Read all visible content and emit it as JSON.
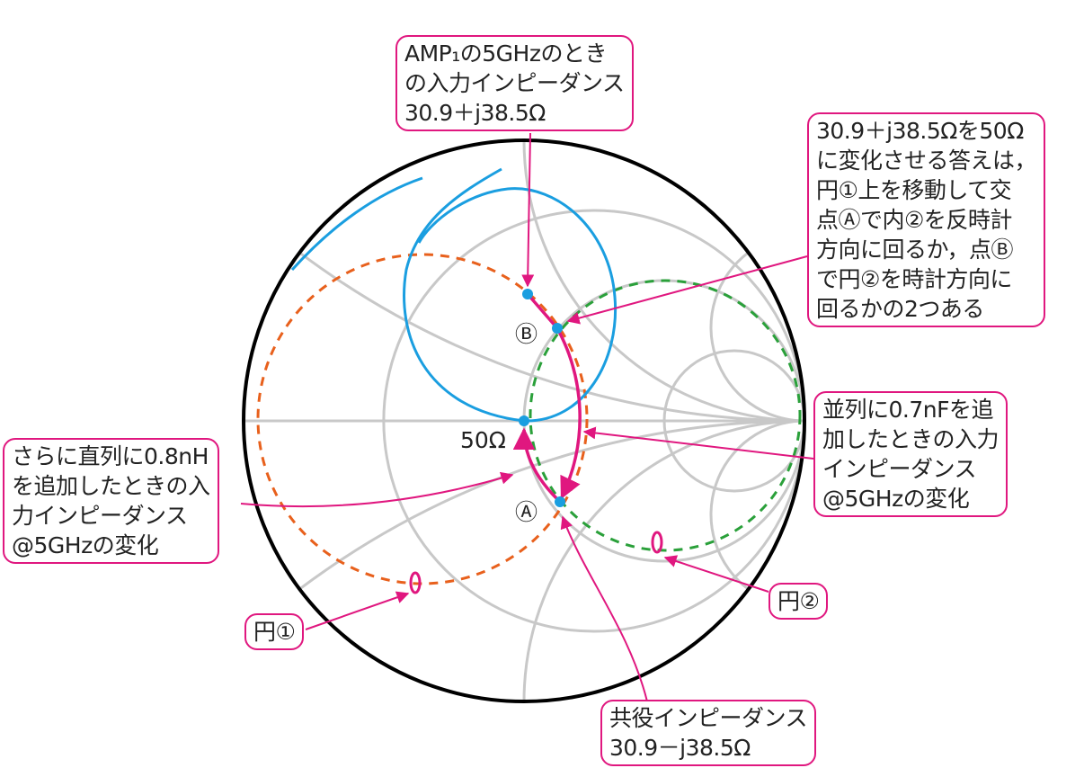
{
  "colors": {
    "accent": "#e0177f",
    "grid": "#c8c8c8",
    "blue": "#1a9ee0",
    "orange": "#e8601c",
    "green": "#2aa03a",
    "outline": "#000000"
  },
  "smith_grid": {
    "resistance": [
      0.333,
      1,
      3
    ],
    "reactance": [
      0.333,
      1,
      3
    ]
  },
  "callouts": {
    "amp_input": {
      "lines": [
        "AMP₁の5GHzのとき",
        "の入力インピーダンス",
        "30.9＋j38.5Ω"
      ]
    },
    "answer": {
      "lines": [
        "30.9＋j38.5Ωを50Ω",
        "に変化させる答えは，",
        "円①上を移動して交",
        "点Ⓐで内②を反時計",
        "方向に回るか，点Ⓑ",
        "で円②を時計方向に",
        "回るかの2つある"
      ]
    },
    "parallel": {
      "lines": [
        "並列に0.7nFを追",
        "加したときの入力",
        "インピーダンス",
        "@5GHzの変化"
      ]
    },
    "series": {
      "lines": [
        "さらに直列に0.8nH",
        "を追加したときの入",
        "力インピーダンス",
        "@5GHzの変化"
      ]
    },
    "circle1": {
      "lines": [
        "円①"
      ]
    },
    "circle2": {
      "lines": [
        "円②"
      ]
    },
    "conjugate": {
      "lines": [
        "共役インピーダンス",
        "30.9－j38.5Ω"
      ]
    }
  },
  "point_labels": {
    "b": "Ⓑ",
    "fifty": "50Ω",
    "a": "Ⓐ"
  }
}
